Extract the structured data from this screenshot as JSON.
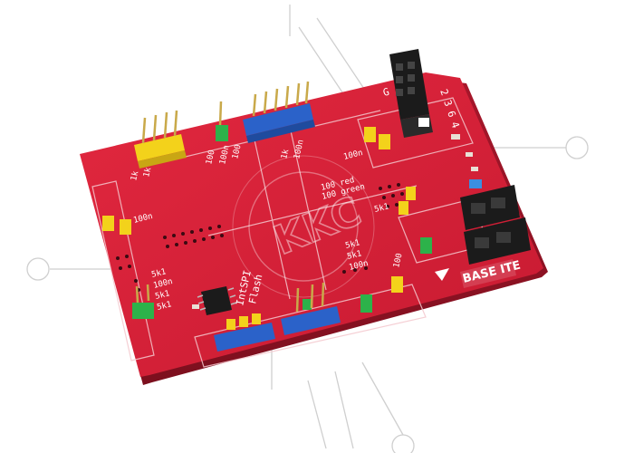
{
  "image": {
    "watermark": "KKC",
    "brand": "BASE ITE",
    "colors": {
      "background": "#ffffff",
      "board": "#d8213a",
      "board_edge": "#9e1426",
      "silkscreen": "#ffffff",
      "pin_gold": "#c9a94a",
      "header_black": "#1b1b1b",
      "jumper_yellow": "#f3d21b",
      "jumper_blue": "#2b62c9",
      "jumper_green": "#2db24a"
    },
    "silk_labels": {
      "r1k_a": "1k",
      "r1k_b": "1k",
      "r100_a": "100",
      "r100n_a": "100n",
      "r100_b": "100",
      "r1k_c": "1k",
      "r100n_b": "100n",
      "r100_red": "100 red",
      "r100_green": "100 green",
      "r5k1_mid": "5k1",
      "r100n_left": "100n",
      "left_5k1_a": "5k1",
      "left_100n": "100n",
      "left_5k1_b": "5k1",
      "left_5k1_c": "5k1",
      "right_5k1_a": "5k1",
      "right_5k1_b": "5k1",
      "right_100n": "100n",
      "right_100n_b": "100n",
      "right_100": "100",
      "intspi": "IntSPI",
      "flash": "Flash",
      "gnd": "G",
      "pins_top": "2",
      "pins_top2": "3",
      "pins_top3": "6",
      "pins_top4": "4"
    }
  }
}
